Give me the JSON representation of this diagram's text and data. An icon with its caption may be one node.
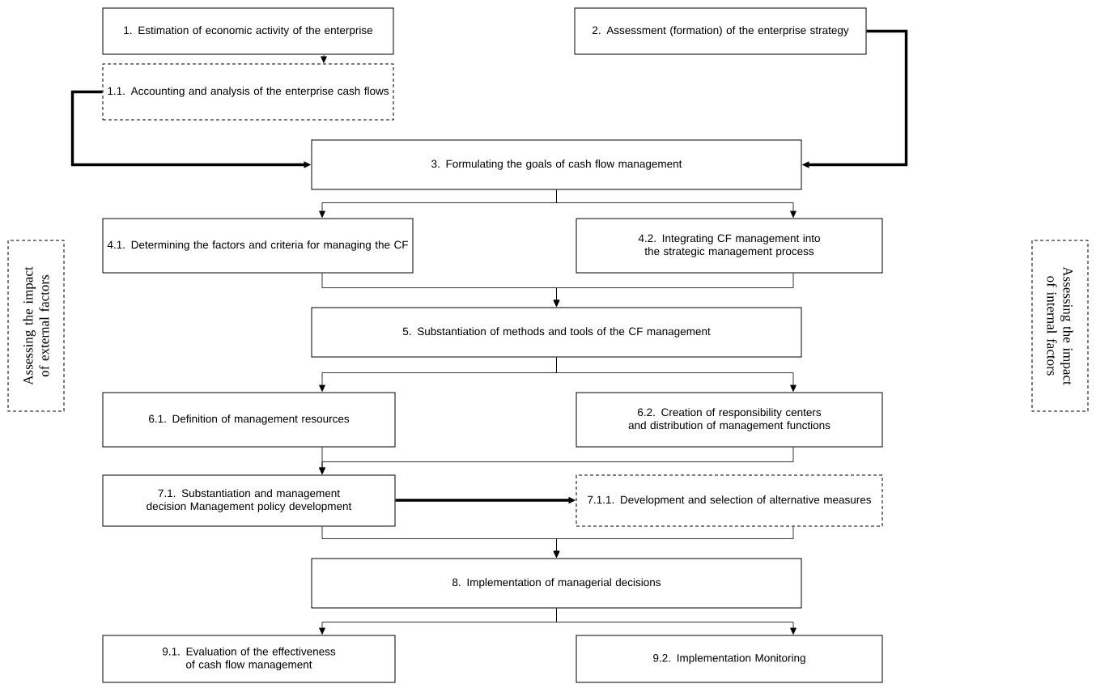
{
  "diagram": {
    "nodes": [
      {
        "text": [
          "1. Estimation of economic activity of the enterprise"
        ]
      },
      {
        "text": [
          "2. Assessment (formation) of the enterprise strategy"
        ]
      },
      {
        "text": [
          "1.1. Accounting and analysis of the enterprise cash flows"
        ]
      },
      {
        "text": [
          "3. Formulating the goals of cash flow management"
        ]
      },
      {
        "text": [
          "4.1. Determining the factors and criteria for managing the CF"
        ]
      },
      {
        "text": [
          "4.2. Integrating CF management into the strategic management process"
        ]
      },
      {
        "text": [
          "5. Substantiation of methods and tools of the CF management"
        ]
      },
      {
        "text": [
          "6.1. Definition of management resources"
        ]
      },
      {
        "text": [
          "6.2. Creation of responsibility centers and distribution of management functions"
        ]
      },
      {
        "text": [
          "7.1. Substantiation and management decision Management policy development"
        ]
      },
      {
        "text": [
          "7.1.1. Development and selection of alternative measures"
        ]
      },
      {
        "text": [
          "8. Implementation of managerial decisions"
        ]
      },
      {
        "text": [
          "9.1. Evaluation of the effectiveness of cash flow management"
        ]
      },
      {
        "text": [
          "9.2. Implementation Monitoring"
        ]
      },
      {
        "text": [
          "Assessing the impact of external factors"
        ]
      },
      {
        "text": [
          "Assessing the impact of internal factors"
        ]
      }
    ],
    "edges": [
      {
        "from": 0,
        "to": 2,
        "arrow": "to"
      },
      {
        "from": 2,
        "to": 3,
        "arrow": "to",
        "style": "thick"
      },
      {
        "from": 1,
        "to": 3,
        "arrow": "to",
        "style": "thick"
      },
      {
        "from": 3,
        "to": 4,
        "arrow": "to"
      },
      {
        "from": 3,
        "to": 5,
        "arrow": "to"
      },
      {
        "from": 4,
        "to": 6,
        "arrow": "to"
      },
      {
        "from": 5,
        "to": 6,
        "arrow": "to"
      },
      {
        "from": 6,
        "to": 7,
        "arrow": "to"
      },
      {
        "from": 6,
        "to": 8,
        "arrow": "to"
      },
      {
        "from": 7,
        "to": 9,
        "arrow": "to"
      },
      {
        "from": 8,
        "to": 9,
        "arrow": "to"
      },
      {
        "from": 9,
        "to": 10,
        "arrow": "to",
        "style": "thick"
      },
      {
        "from": 9,
        "to": 11,
        "arrow": "to"
      },
      {
        "from": 10,
        "to": 11,
        "arrow": "to"
      },
      {
        "from": 11,
        "to": 12,
        "arrow": "to"
      },
      {
        "from": 11,
        "to": 13,
        "arrow": "to"
      }
    ]
  }
}
